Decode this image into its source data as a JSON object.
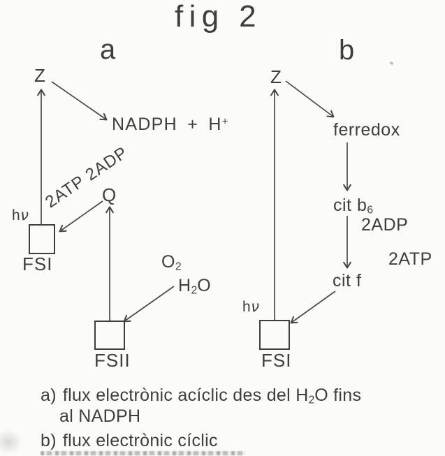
{
  "figure": {
    "title": "fig 2",
    "caption": {
      "a_prefix": "a)",
      "a_text_pre": "flux electrònic acíclic des del H",
      "a_sub": "2",
      "a_text_post": "O fins",
      "a_line2": "al NADPH",
      "b_prefix": "b)",
      "b_text": "flux electrònic cíclic"
    }
  },
  "panel_a": {
    "label": "a",
    "z": "Z",
    "nadph_base": "NADPH + H",
    "nadph_sup": "+",
    "atp_adp": "2ATP 2ADP",
    "q": "Q",
    "hv_h": "h",
    "hv_nu": "ν",
    "fsi": "FSI",
    "o2_base": "O",
    "o2_sub": "2",
    "h2o_h": "H",
    "h2o_sub": "2",
    "h2o_o": "O",
    "fsii": "FSII"
  },
  "panel_b": {
    "label": "b",
    "z": "Z",
    "ferredox": "ferredox",
    "citb_base": "cit b",
    "citb_sub": "6",
    "adp": "2ADP",
    "atp": "2ATP",
    "citf": "cit f",
    "hv_h": "h",
    "hv_nu": "ν",
    "fsi": "FSI"
  },
  "colors": {
    "ink": "#3e3e3e",
    "line": "#4a4a4a",
    "paper": "#fbfbf9"
  }
}
